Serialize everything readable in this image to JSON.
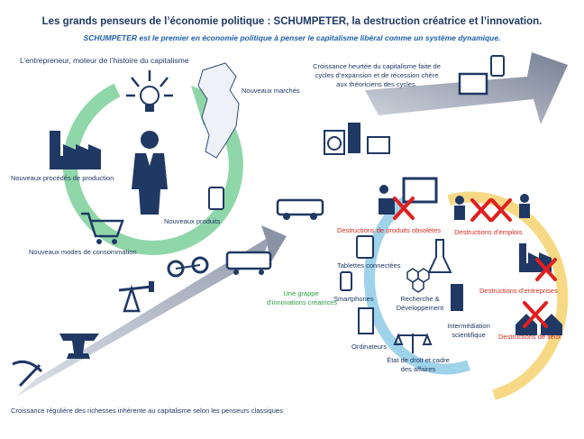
{
  "header": {
    "title": "Les grands penseurs de l’économie politique : SCHUMPETER, la destruction créatrice et l’innovation.",
    "subtitle": "SCHUMPETER est le premier en économie politique à penser le capitalisme libéral comme un système dynamique."
  },
  "entrepreneur_cycle": {
    "heading": "L’entrepreneur, moteur de l’histoire du capitalisme",
    "labels": {
      "new_markets": "Nouveaux marchés",
      "new_processes": "Nouveaux procédés de production",
      "new_products": "Nouveaux produits",
      "new_consumption": "Nouveaux modes de consommation"
    }
  },
  "growth": {
    "regular": "Croissance régulière des richesses inhérente au capitalisme selon les penseurs classiques",
    "jerky_line1": "Croissance heurtée du capitalisme faite de",
    "jerky_line2": "cycles d’expansion et de récession chère",
    "jerky_line3": "aux théoriciens des cycles."
  },
  "destructions": {
    "obsolete_products": "Destructions de produits obsolètes",
    "jobs": "Destructions d’emplois",
    "companies": "Destructions d’entreprises",
    "places": "Destructions de lieux"
  },
  "innovations": {
    "cluster_line1": "Une grappe",
    "cluster_line2": "d’innovations créatrices",
    "tablets": "Tablettes connectées",
    "smartphones": "Smartphones",
    "computers": "Ordinateurs",
    "rnd_line1": "Recherche &",
    "rnd_line2": "Développement",
    "intermediation_line1": "Intermédiation",
    "intermediation_line2": "scientifique",
    "law_line1": "État de droit et cadre",
    "law_line2": "des affaires"
  },
  "colors": {
    "navy": "#1f3864",
    "green_arrow": "#8fd6a8",
    "yellow_arc": "#f7d985",
    "blue_arc": "#9fd3ea",
    "grey_ramp": "#9aa3b2",
    "red_cross": "#e02020"
  }
}
